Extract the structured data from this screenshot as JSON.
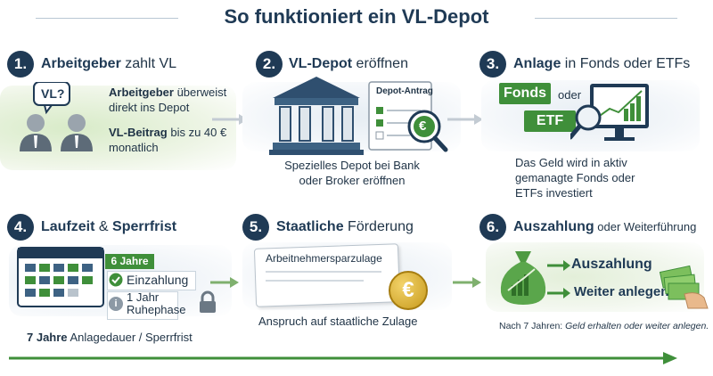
{
  "title": "So funktioniert ein VL-Depot",
  "steps": [
    {
      "number": "1.",
      "heading_bold": "Arbeitgeber",
      "heading_rest": " zahlt VL",
      "bubble": "VL?",
      "line1_bold": "Arbeitgeber",
      "line1_rest": " überweist",
      "line2": "direkt ins Depot",
      "line3_bold": "VL-Beitrag",
      "line3_rest": " bis zu 40 €",
      "line4": "monatlich"
    },
    {
      "number": "2.",
      "heading_bold": "VL-Depot",
      "heading_rest": " eröffnen",
      "doc_label": "Depot-Antrag",
      "euro": "€",
      "desc_line1": "Spezielles Depot bei Bank",
      "desc_line2": "oder Broker eröffnen"
    },
    {
      "number": "3.",
      "heading_bold": "Anlage",
      "heading_rest": " in Fonds oder ETFs",
      "fonds_label": "Fonds",
      "oder": "oder",
      "etf_label": "ETF",
      "desc_line1": "Das Geld wird in aktiv",
      "desc_line2": "gemanagte Fonds oder",
      "desc_line3": "ETFs investiert"
    },
    {
      "number": "4.",
      "heading_bold": "Laufzeit",
      "heading_mid": " & ",
      "heading_bold2": "Sperrfrist",
      "years_tag": "6 Jahre",
      "einzahlung": "Einzahlung",
      "info": "i",
      "ruhephase_line1": "1 Jahr",
      "ruhephase_line2": "Ruhephase",
      "caption_bold": "7 Jahre",
      "caption_rest": " Anlagedauer / Sperrfrist"
    },
    {
      "number": "5.",
      "heading_bold": "Staatliche",
      "heading_rest": " Förderung",
      "card_label": "Arbeitnehmersparzulage",
      "euro": "€",
      "caption": "Anspruch auf staatliche Zulage"
    },
    {
      "number": "6.",
      "heading_bold": "Auszahlung",
      "heading_rest": " oder Weiterführung",
      "auszahlung": "Auszahlung",
      "weiter": "Weiter anlegen",
      "caption_rest_a": "Nach 7 Jahren: ",
      "caption_italic": "Geld erhalten oder weiter anlegen."
    }
  ],
  "colors": {
    "navy": "#1f3a55",
    "green": "#3f8f3a",
    "lightgreen": "#e4f1d9",
    "soft": "#eef3f7"
  }
}
